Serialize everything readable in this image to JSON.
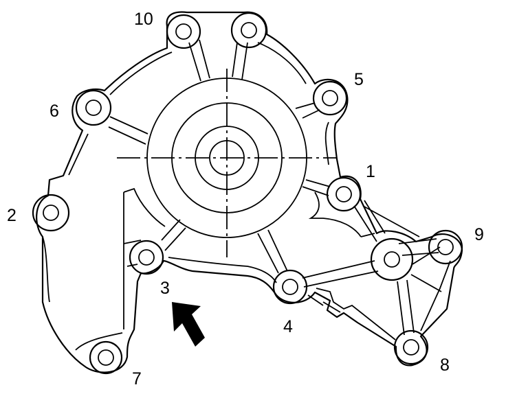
{
  "callouts": {
    "b1": "1",
    "b2": "2",
    "b3": "3",
    "b4": "4",
    "b5": "5",
    "b6": "6",
    "b7": "7",
    "b8": "8",
    "b9": "9",
    "b10": "10"
  },
  "colors": {
    "line": "#000000",
    "background": "#ffffff"
  },
  "icons": {
    "arrow": "arrow-up-left-icon"
  }
}
